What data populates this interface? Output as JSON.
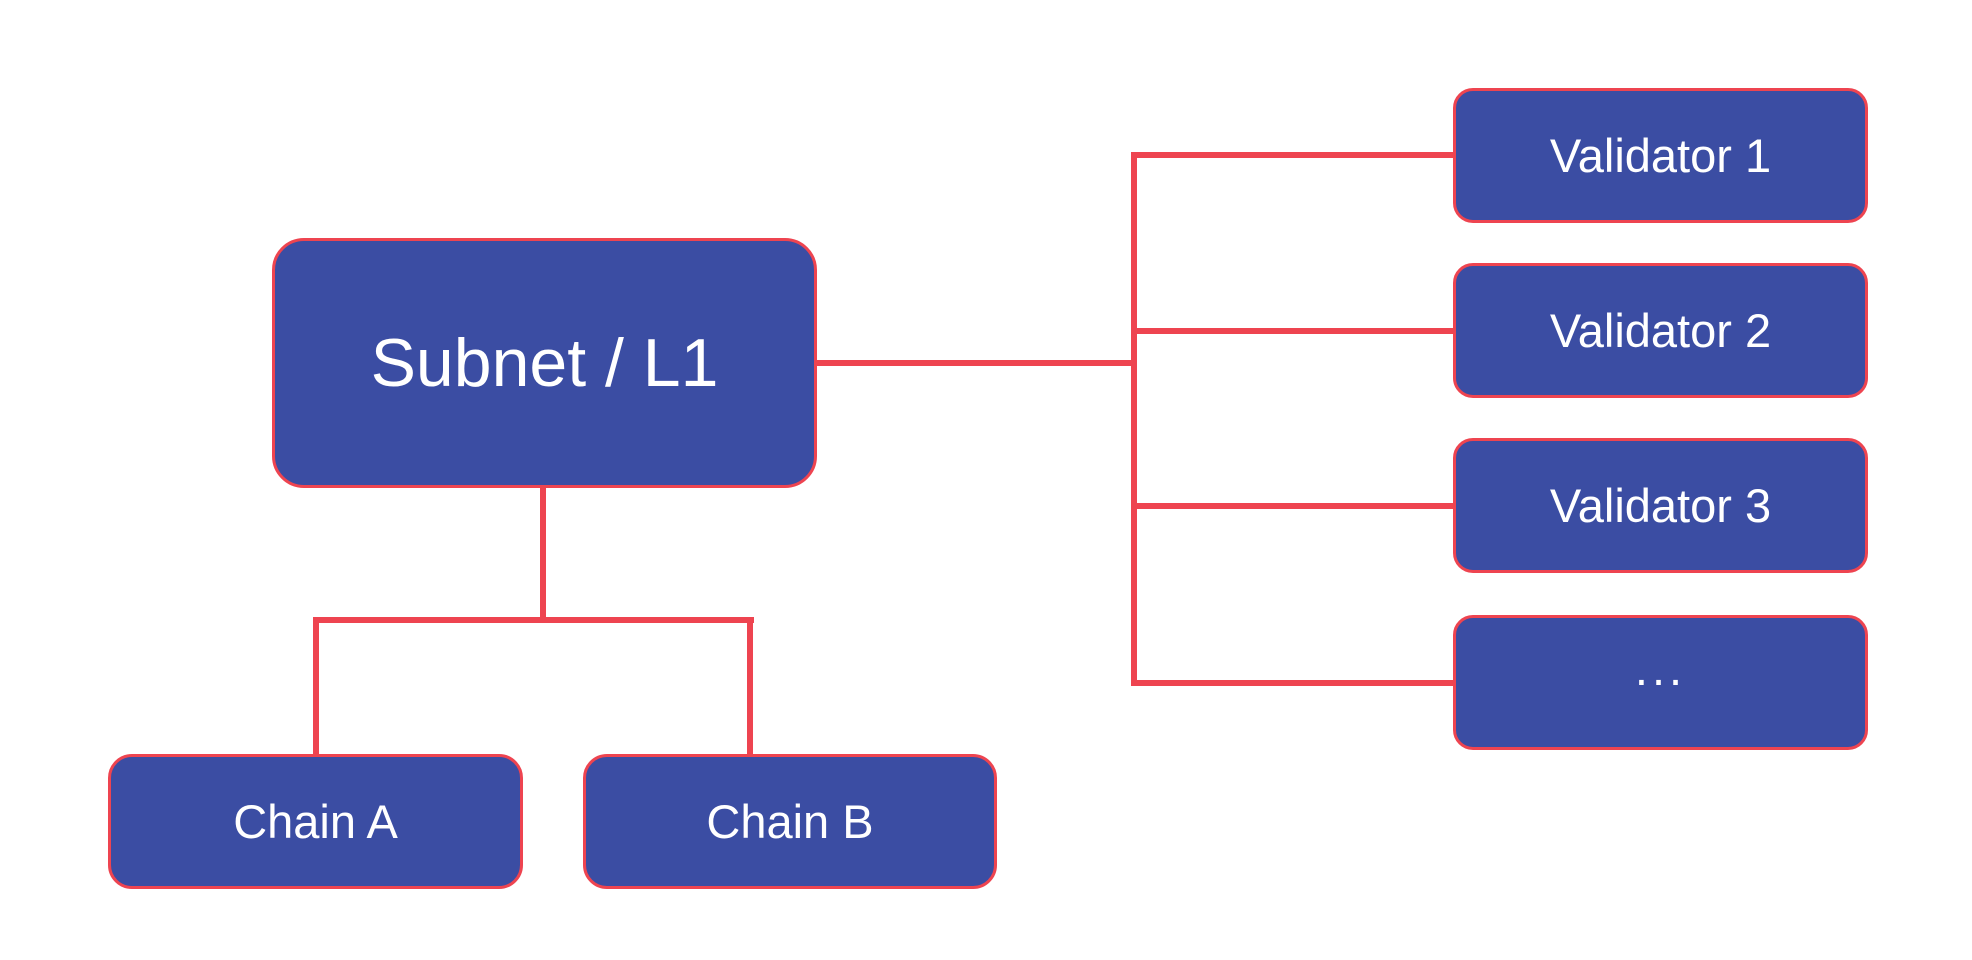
{
  "diagram": {
    "colors": {
      "node_fill": "#3b4da3",
      "line": "#ee4450",
      "text": "#ffffff",
      "background": "#ffffff"
    },
    "nodes": {
      "subnet": {
        "label": "Subnet / L1"
      },
      "chains": [
        {
          "label": "Chain A"
        },
        {
          "label": "Chain B"
        }
      ],
      "validators": [
        {
          "label": "Validator 1"
        },
        {
          "label": "Validator 2"
        },
        {
          "label": "Validator 3"
        },
        {
          "label": "..."
        }
      ]
    }
  }
}
